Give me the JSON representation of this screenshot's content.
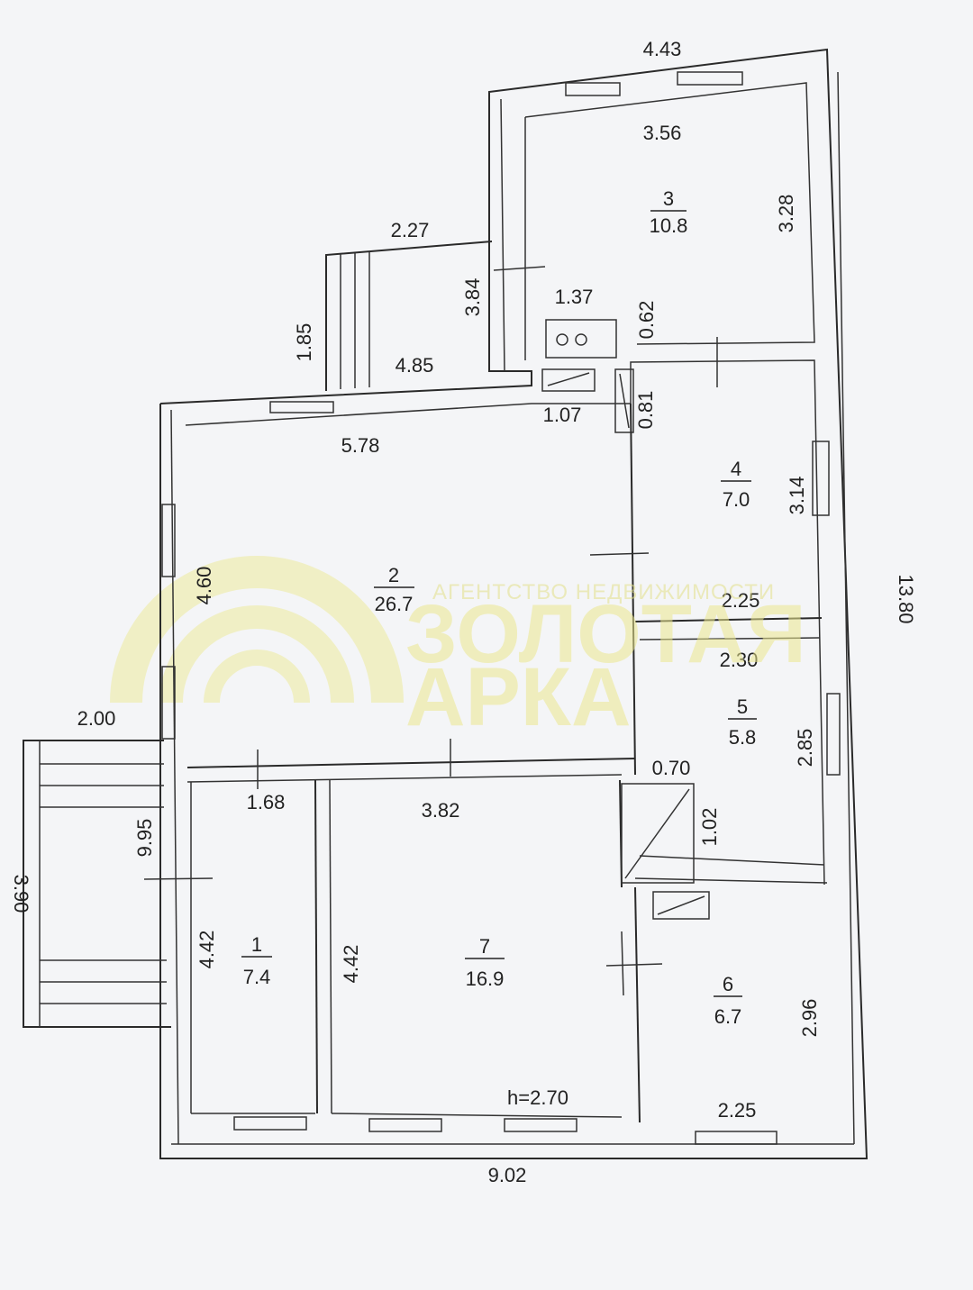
{
  "plan": {
    "dimensions": {
      "top_width": "4.43",
      "room3_width": "3.56",
      "room3_height": "3.28",
      "porch_top_width": "2.27",
      "porch_height": "1.85",
      "porch_left": "3.84",
      "porch_bottom": "4.85",
      "stove_width": "1.37",
      "stove_side": "0.62",
      "chimney_width": "1.07",
      "chimney_side": "0.81",
      "room2_width": "5.78",
      "room2_height": "4.60",
      "room4_height": "3.14",
      "room4_width": "2.25",
      "total_height": "13.80",
      "room5_width": "2.30",
      "room5_height": "2.85",
      "corridor_width": "0.70",
      "corridor_height": "1.02",
      "terrace_width": "2.00",
      "terrace_height": "3.90",
      "left_height": "9.95",
      "room1_width": "1.68",
      "room1_height": "4.42",
      "room7_width": "3.82",
      "room7_height": "4.42",
      "room6_height": "2.96",
      "room6_width": "2.25",
      "ceiling_height": "h=2.70",
      "total_width": "9.02"
    },
    "rooms": [
      {
        "number": "3",
        "area": "10.8"
      },
      {
        "number": "4",
        "area": "7.0"
      },
      {
        "number": "2",
        "area": "26.7"
      },
      {
        "number": "5",
        "area": "5.8"
      },
      {
        "number": "1",
        "area": "7.4"
      },
      {
        "number": "7",
        "area": "16.9"
      },
      {
        "number": "6",
        "area": "6.7"
      }
    ]
  },
  "watermark": {
    "agency": "АГЕНТСТВО НЕДВИЖИМОСТИ",
    "name_line1": "ЗОЛОТАЯ",
    "name_line2": "АРКА",
    "color": "#ebe78e"
  }
}
